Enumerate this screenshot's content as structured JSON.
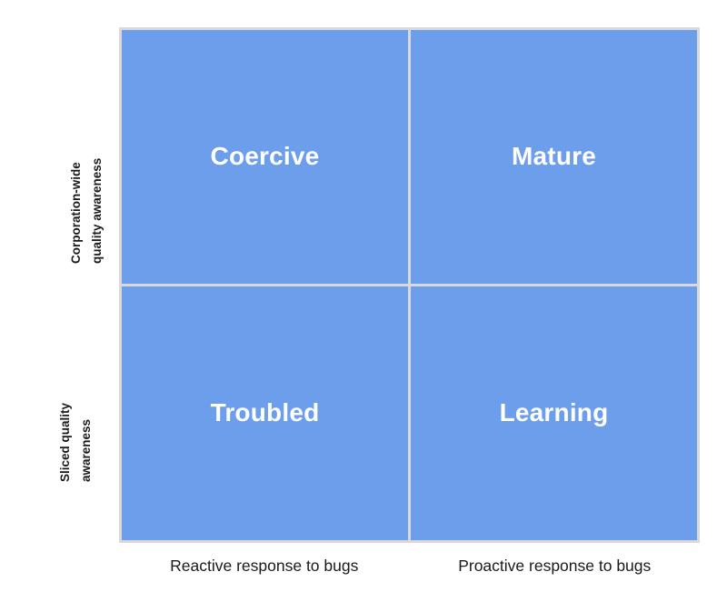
{
  "diagram": {
    "type": "2x2-matrix",
    "colors": {
      "quadrant_fill": "#6d9eeb",
      "grid_line": "#d9d9d9",
      "quadrant_text": "#ffffff",
      "axis_text": "#1a1a1a",
      "background": "#ffffff"
    },
    "quadrants": [
      {
        "id": "top-left",
        "label": "Coercive"
      },
      {
        "id": "top-right",
        "label": "Mature"
      },
      {
        "id": "bottom-left",
        "label": "Troubled"
      },
      {
        "id": "bottom-right",
        "label": "Learning"
      }
    ],
    "y_axis": {
      "top": {
        "full": "Corporation-wide quality awareness",
        "line1": "Corporation-wide",
        "line2": "quality awareness"
      },
      "bottom": {
        "full": "Sliced quality awareness",
        "line1": "Sliced quality",
        "line2": "awareness"
      }
    },
    "x_axis": {
      "left": "Reactive response to bugs",
      "right": "Proactive response to bugs"
    }
  }
}
